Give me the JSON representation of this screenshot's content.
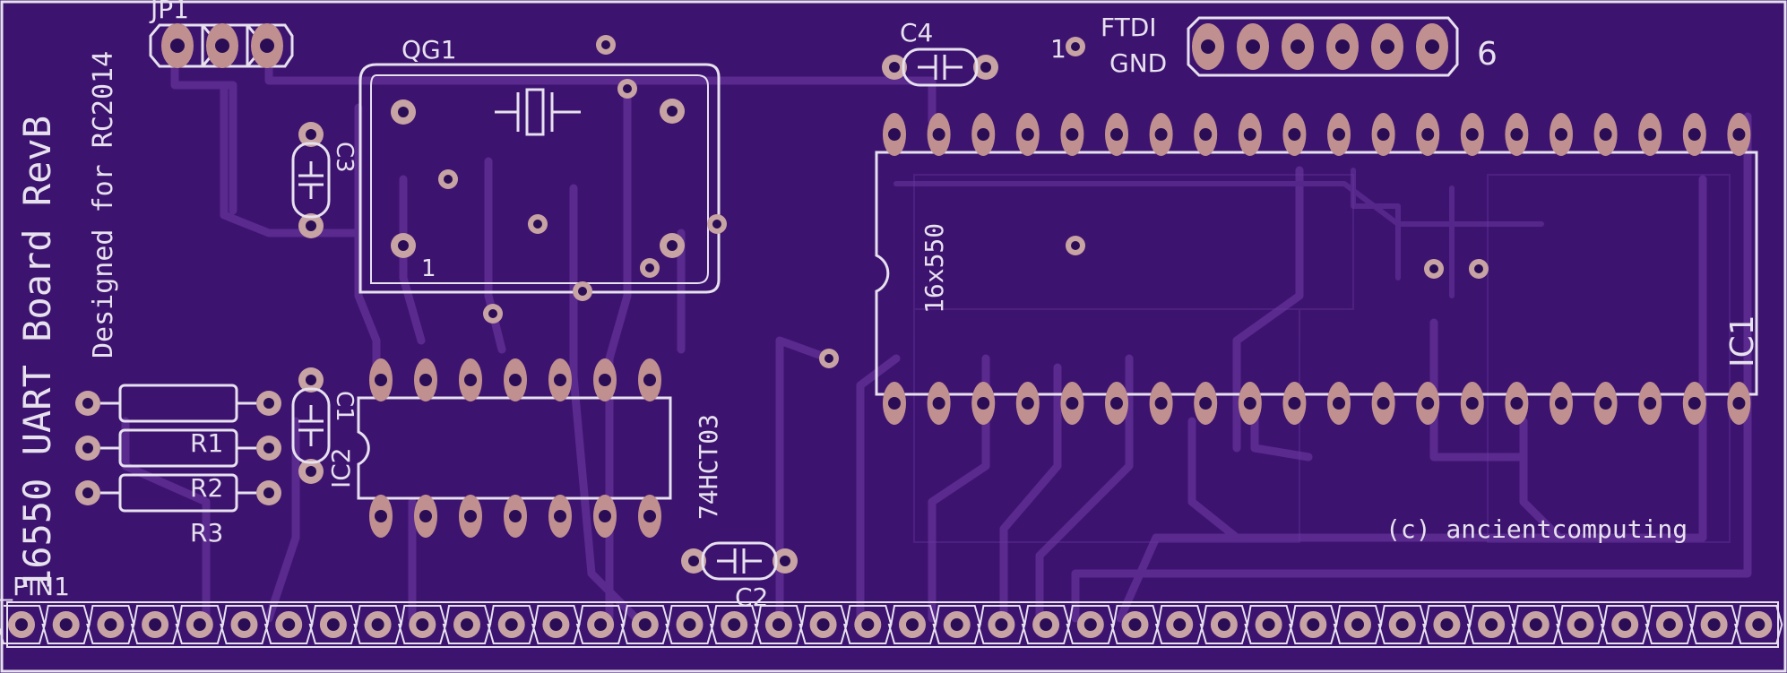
{
  "board": {
    "title": "16550 UART Board RevB",
    "subtitle": "Designed for RC2014",
    "copyright": "(c) ancientcomputing",
    "background_color": "#3d1370",
    "silkscreen_color": "#e7e1ee",
    "pad_color": "#c09090"
  },
  "labels": {
    "jp1": "JP1",
    "qg1": "QG1",
    "qg1_pin1": "1",
    "c1": "C1",
    "c2": "C2",
    "c3": "C3",
    "c4": "C4",
    "r1": "R1",
    "r2": "R2",
    "r3": "R3",
    "ic1": "IC1",
    "ic1_value": "16x550",
    "ic2": "IC2",
    "ic2_value": "74HCT03",
    "ftdi": "FTDI",
    "ftdi_gnd": "GND",
    "ftdi_pin1": "1",
    "ftdi_pin6": "6",
    "header_pin1": "_PIN1"
  },
  "icons": [
    "crystal-symbol-icon",
    "capacitor-symbol-icon"
  ]
}
